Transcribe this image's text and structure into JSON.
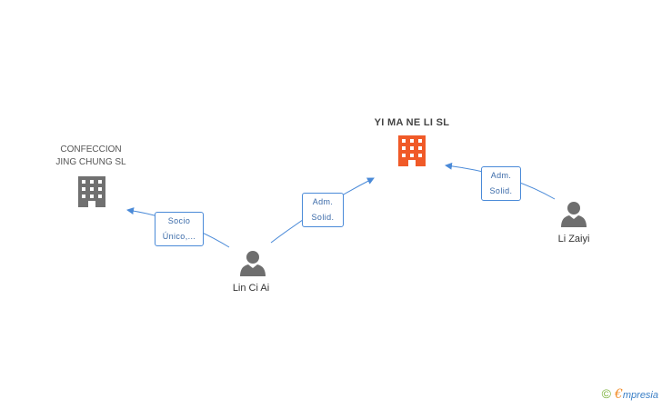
{
  "nodes": {
    "company_main": {
      "name": "YI MA NE LI SL",
      "color": "#f05a28",
      "icon": "building-icon"
    },
    "company_other": {
      "name": "CONFECCION\nJING CHUNG  SL",
      "color": "#707070",
      "icon": "building-icon"
    },
    "person_lin": {
      "name": "Lin Ci Ai",
      "color": "#6e6e6e",
      "icon": "person-icon"
    },
    "person_li": {
      "name": "Li Zaiyi",
      "color": "#6e6e6e",
      "icon": "person-icon"
    }
  },
  "edges": [
    {
      "from": "Lin Ci Ai",
      "to": "CONFECCION JING CHUNG SL",
      "label": "Socio\nÚnico,..."
    },
    {
      "from": "Lin Ci Ai",
      "to": "YI MA NE LI SL",
      "label": "Adm.\nSolid."
    },
    {
      "from": "Li Zaiyi",
      "to": "YI MA NE LI SL",
      "label": "Adm.\nSolid."
    }
  ],
  "colors": {
    "edge": "#4a8ad8"
  },
  "footer": {
    "copyright": "©",
    "brand_initial": "€",
    "brand_rest": "mpresia"
  }
}
